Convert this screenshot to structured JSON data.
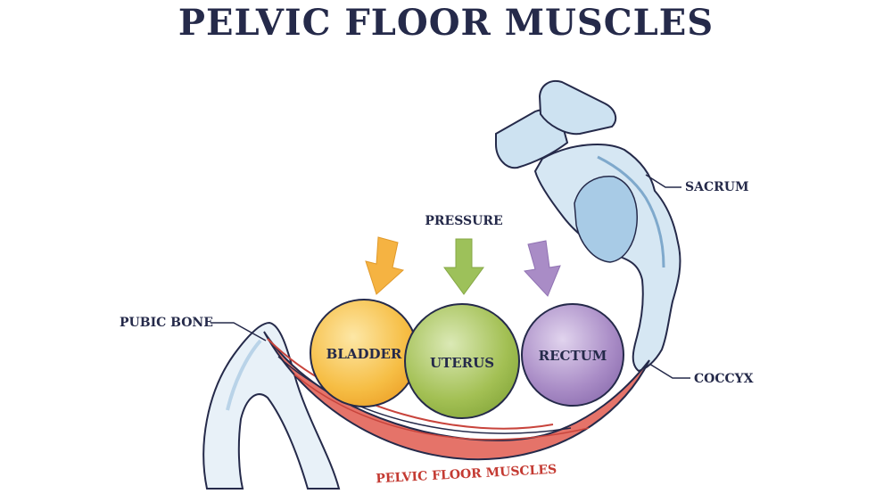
{
  "title": "PELVIC FLOOR MUSCLES",
  "labels": {
    "pressure": "PRESSURE",
    "pubic_bone": "PUBIC BONE",
    "sacrum": "SACRUM",
    "coccyx": "COCCYX",
    "pelvic_floor": "PELVIC FLOOR MUSCLES"
  },
  "organs": {
    "bladder": "BLADDER",
    "uterus": "UTERUS",
    "rectum": "RECTUM"
  },
  "colors": {
    "title": "#252a4a",
    "bone_fill": "#e8f1f8",
    "bone_shadow": "#b9d3e8",
    "muscle_fill": "#e57369",
    "muscle_dark": "#c8443c",
    "bladder": "#f6be45",
    "uterus": "#a3c054",
    "rectum": "#a98cc6",
    "arrow_orange": "#f5b342",
    "arrow_green": "#9dc15a",
    "arrow_purple": "#a98cc6",
    "pelvic_label": "#c43a32"
  },
  "icons": [
    "pressure-arrow-orange",
    "pressure-arrow-green",
    "pressure-arrow-purple"
  ]
}
